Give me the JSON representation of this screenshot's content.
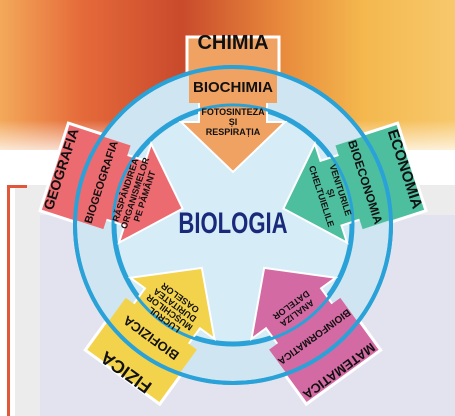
{
  "center": {
    "label": "BIOLOGIA"
  },
  "disciplines": {
    "top": {
      "outer": "CHIMIA",
      "inner": "BIOCHIMIA",
      "arrow": [
        "FOTOSINTEZA",
        "ȘI",
        "RESPIRAȚIA"
      ]
    },
    "right": {
      "outer": "ECONOMIA",
      "inner": "BIOECONOMIA",
      "arrow": [
        "VENITURILE",
        "ȘI",
        "CHELTUIELILE"
      ]
    },
    "bottom_right": {
      "outer": "MATEMATICA",
      "inner": "BIOINFORMATICA",
      "arrow": [
        "ANALIZA",
        "DATELOR"
      ]
    },
    "bottom_left": {
      "outer": "FIZICA",
      "inner": "BIOFIZICA",
      "arrow": [
        "LUCRUL",
        "MUȘCHILOR",
        "DURITATEA",
        "OASELOR"
      ]
    },
    "left": {
      "outer": "GEOGRAFIA",
      "inner": "BIOGEOGRAFIA",
      "arrow": [
        "RĂSPÂNDIREA",
        "ORGANISMELOR",
        "PE PĂMÂNT"
      ]
    }
  },
  "colors": {
    "circle_fill": "#cfe6f2",
    "circle_stroke": "#2aa2d8",
    "center_text": "#1a2a7a",
    "top": "#f0a262",
    "right": "#4dbf9f",
    "bottom_right": "#d46aa3",
    "bottom_left": "#f3d24c",
    "left": "#ec6b70"
  }
}
